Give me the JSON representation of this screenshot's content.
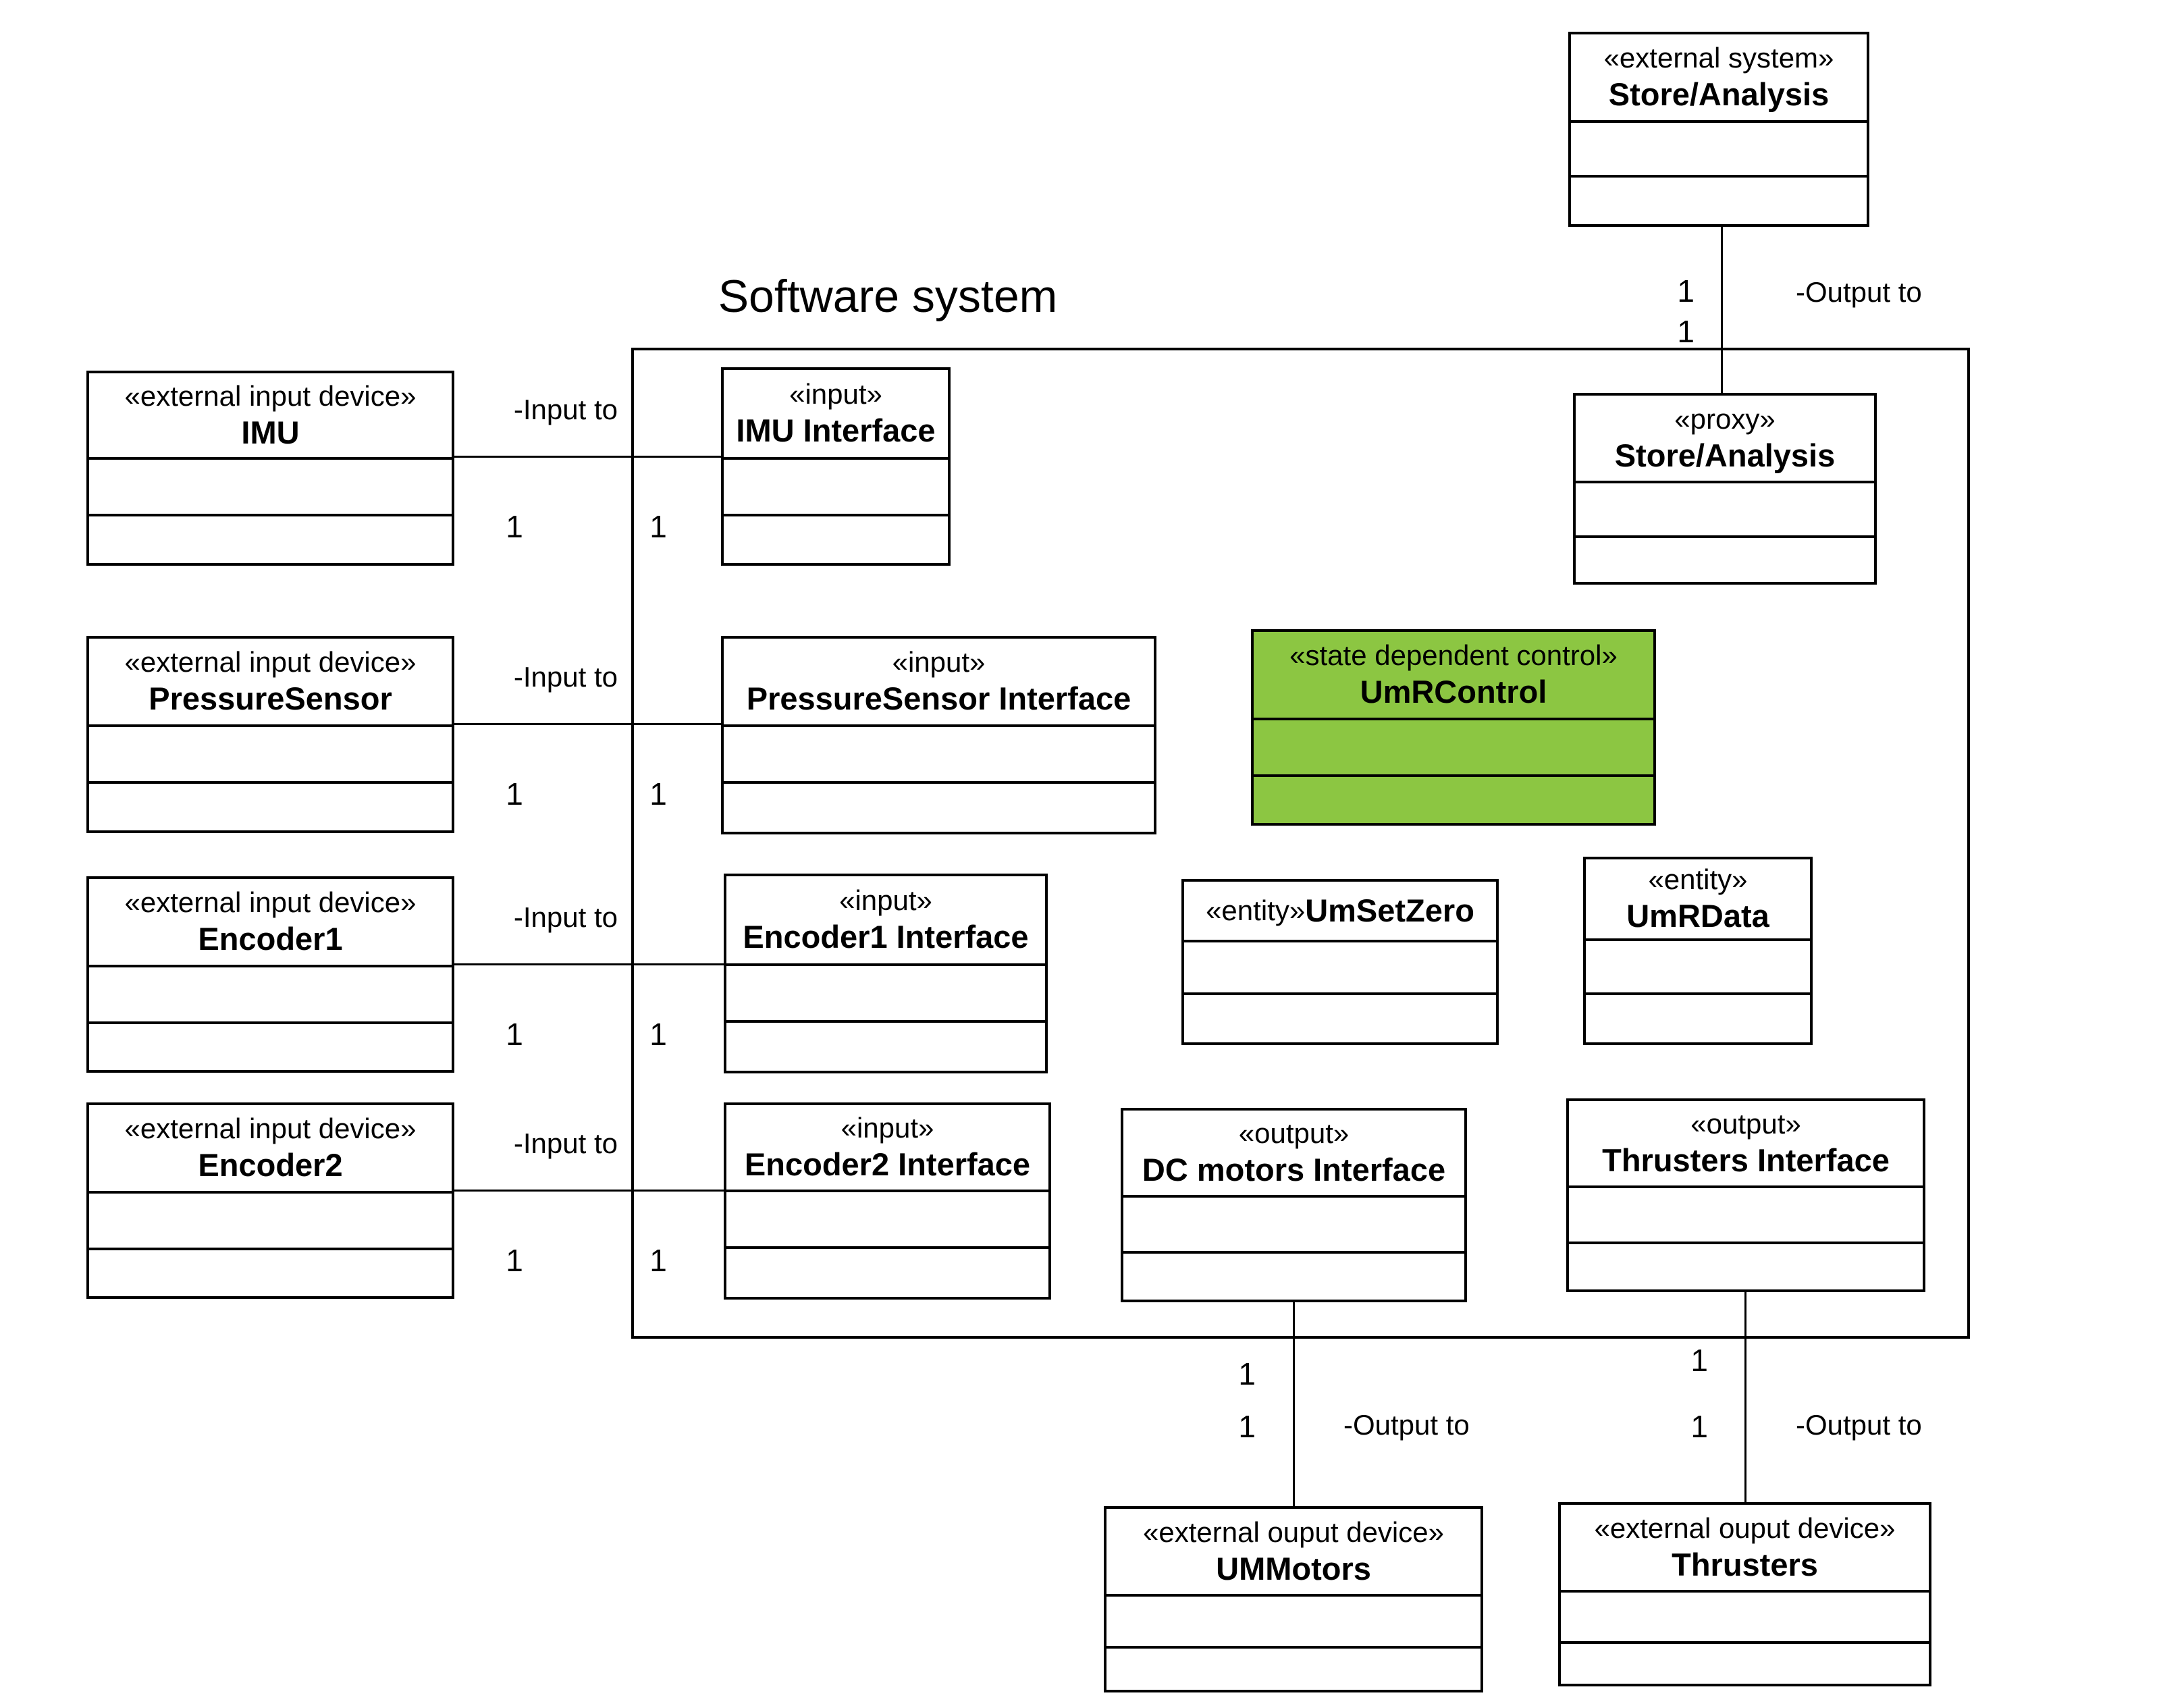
{
  "diagram": {
    "system_title": "Software system",
    "colors": {
      "control_fill": "#8CC642",
      "line": "#000000",
      "background": "#FFFFFF"
    }
  },
  "nodes": {
    "ext_store": {
      "stereotype": "«external system»",
      "name": "Store/Analysis"
    },
    "proxy_store": {
      "stereotype": "«proxy»",
      "name": "Store/Analysis"
    },
    "imu": {
      "stereotype": "«external input device»",
      "name": "IMU"
    },
    "imu_if": {
      "stereotype": "«input»",
      "name": "IMU Interface"
    },
    "pressure": {
      "stereotype": "«external input device»",
      "name": "PressureSensor"
    },
    "pressure_if": {
      "stereotype": "«input»",
      "name": "PressureSensor Interface"
    },
    "encoder1": {
      "stereotype": "«external input device»",
      "name": "Encoder1"
    },
    "encoder1_if": {
      "stereotype": "«input»",
      "name": "Encoder1 Interface"
    },
    "encoder2": {
      "stereotype": "«external input device»",
      "name": "Encoder2"
    },
    "encoder2_if": {
      "stereotype": "«input»",
      "name": "Encoder2 Interface"
    },
    "umrcontrol": {
      "stereotype": "«state dependent control»",
      "name": "UmRControl"
    },
    "umsetzero": {
      "stereotype": "«entity»",
      "name": "UmSetZero"
    },
    "umrdata": {
      "stereotype": "«entity»",
      "name": "UmRData"
    },
    "dcmotors_if": {
      "stereotype": "«output»",
      "name": "DC motors Interface"
    },
    "thrusters_if": {
      "stereotype": "«output»",
      "name": "Thrusters Interface"
    },
    "ummotors": {
      "stereotype": "«external ouput device»",
      "name": "UMMotors"
    },
    "thrusters": {
      "stereotype": "«external ouput device»",
      "name": "Thrusters"
    }
  },
  "edges": {
    "imu_input": {
      "role": "-Input to",
      "source_mult": "1",
      "target_mult": "1"
    },
    "pressure_input": {
      "role": "-Input to",
      "source_mult": "1",
      "target_mult": "1"
    },
    "encoder1_input": {
      "role": "-Input to",
      "source_mult": "1",
      "target_mult": "1"
    },
    "encoder2_input": {
      "role": "-Input to",
      "source_mult": "1",
      "target_mult": "1"
    },
    "store_output": {
      "role": "-Output to",
      "source_mult": "1",
      "target_mult": "1"
    },
    "dcmotors_output": {
      "role": "-Output to",
      "source_mult": "1",
      "target_mult": "1"
    },
    "thrusters_output": {
      "role": "-Output to",
      "source_mult": "1",
      "target_mult": "1"
    }
  }
}
